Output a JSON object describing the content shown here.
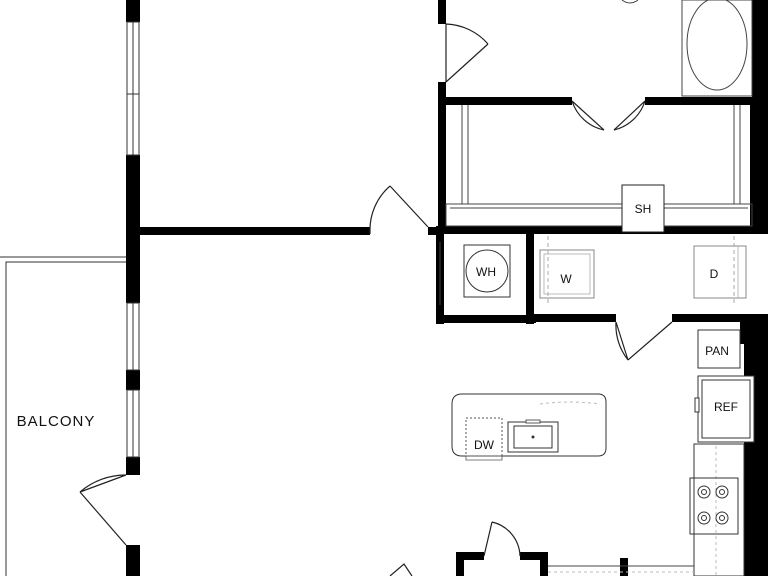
{
  "labels": {
    "balcony": "BALCONY",
    "water_heater": "WH",
    "washer": "W",
    "dryer": "D",
    "shelf": "SH",
    "pantry": "PAN",
    "refrigerator": "REF",
    "dishwasher": "DW"
  },
  "colors": {
    "wall": "#000000",
    "line": "#333333",
    "fixture": "#555555",
    "background": "#ffffff"
  }
}
